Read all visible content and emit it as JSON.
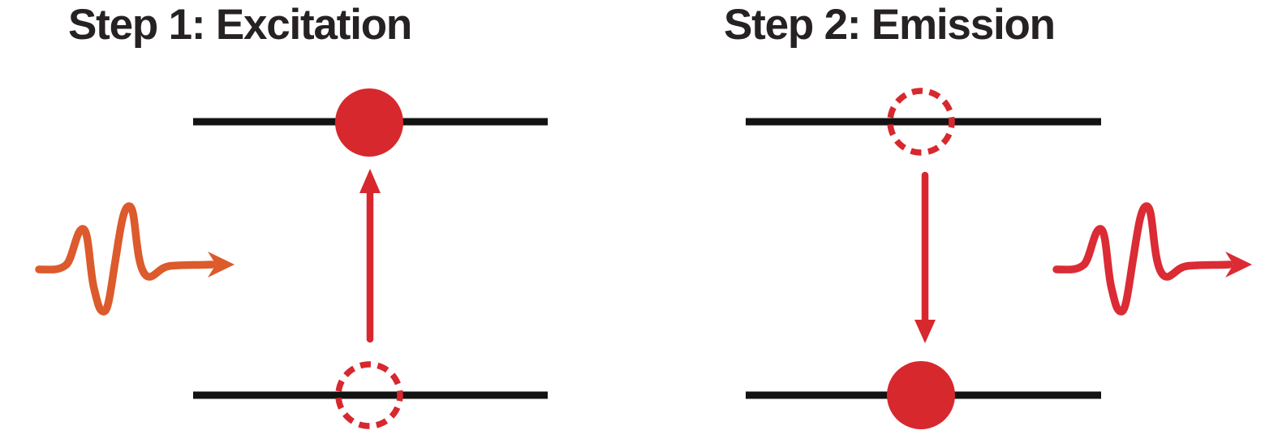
{
  "page": {
    "background": "#FFFFFF"
  },
  "colors": {
    "page_bg": "#FFFFFF",
    "title_text": "#262122",
    "level_line": "#131313",
    "red": "#D7282E",
    "photon_in": "#DC5A2B",
    "photon_out": "#DB2B34"
  },
  "panels": [
    {
      "title": "Step 1: Excitation",
      "photon_icon": "incoming-photon-wavepacket-icon",
      "upper_level_marker": "filled-electron-circle",
      "lower_level_marker": "dashed-vacancy-circle",
      "transition_arrow_direction": "up"
    },
    {
      "title": "Step 2: Emission",
      "photon_icon": "outgoing-photon-wavepacket-icon",
      "upper_level_marker": "dashed-vacancy-circle",
      "lower_level_marker": "filled-electron-circle",
      "transition_arrow_direction": "down"
    }
  ]
}
